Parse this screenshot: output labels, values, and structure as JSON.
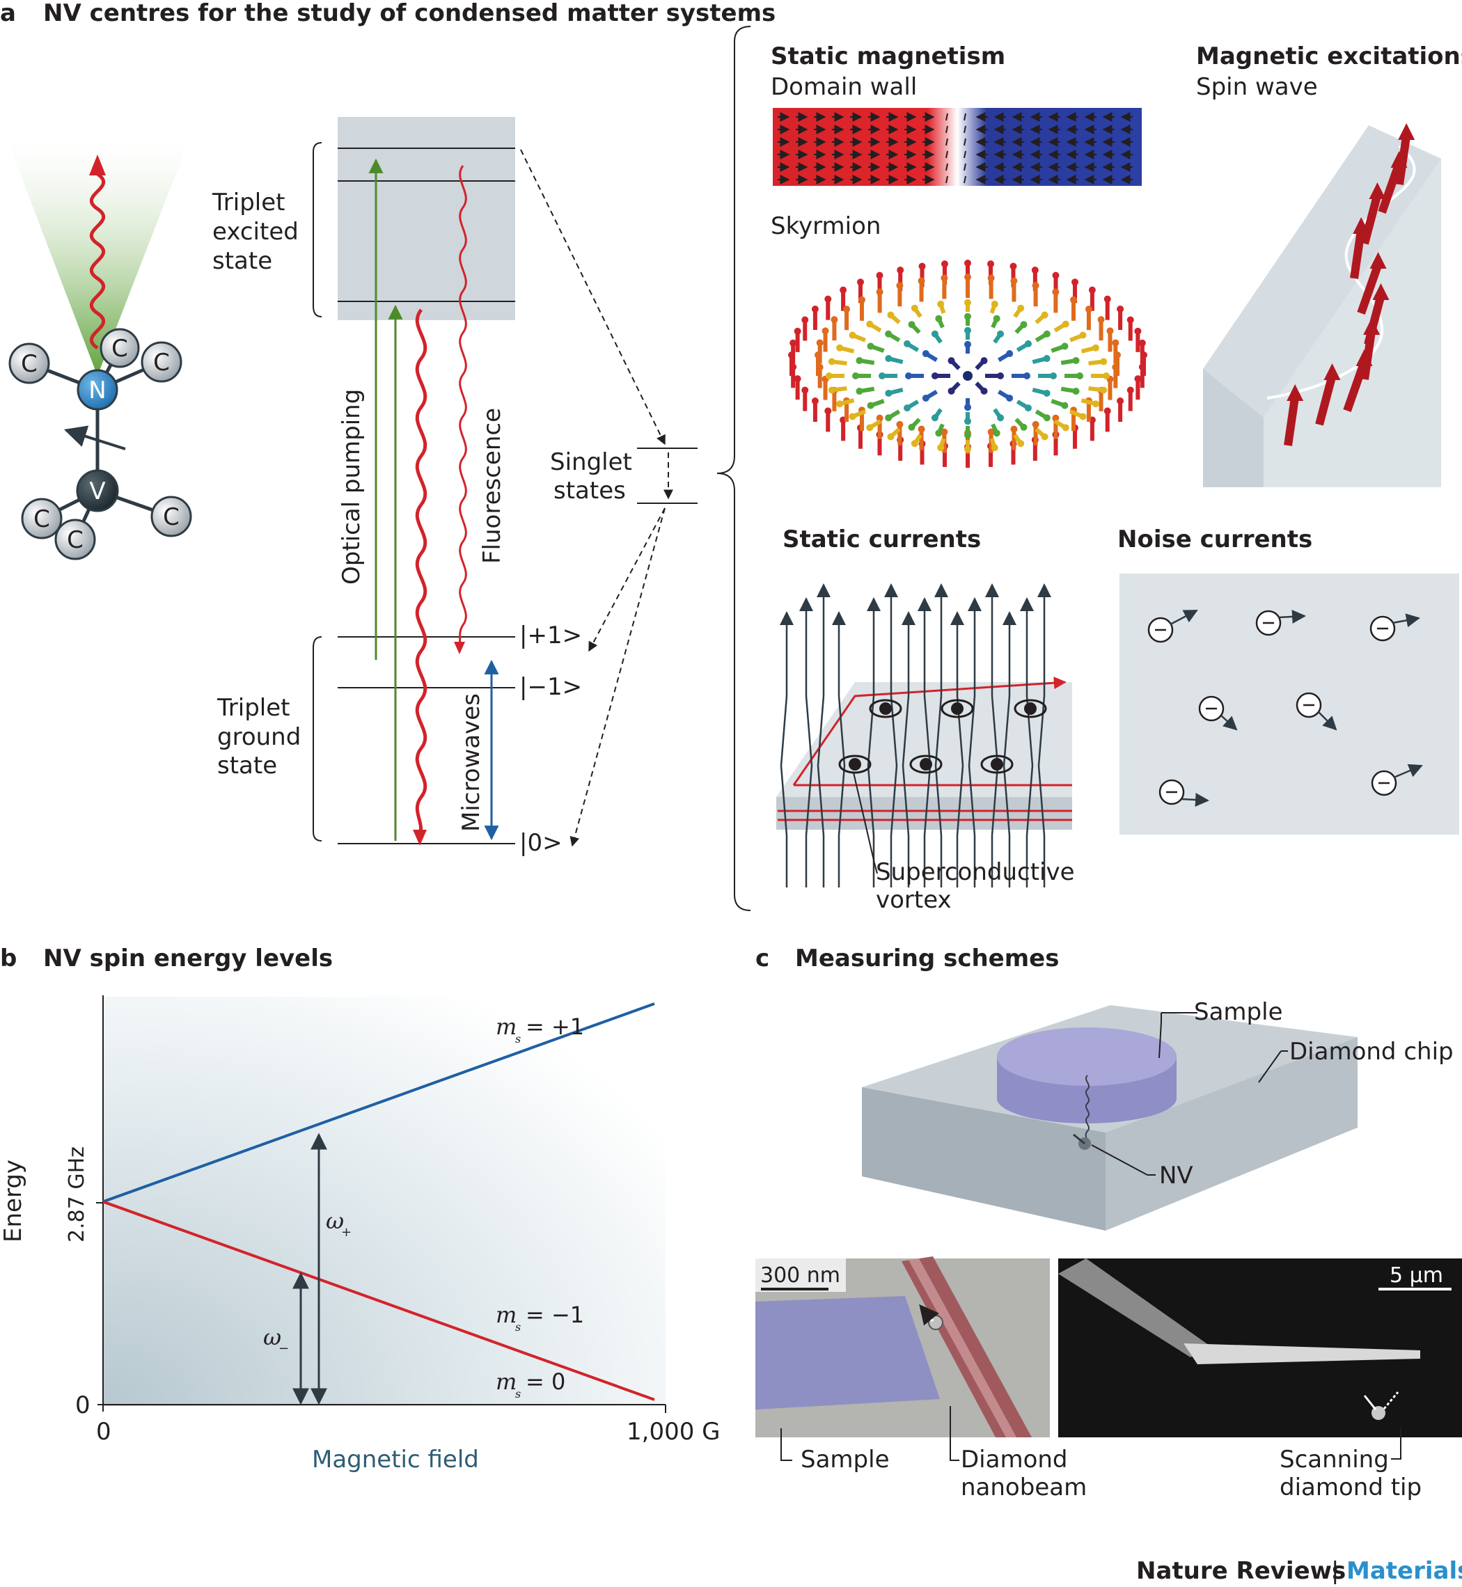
{
  "panel_a": {
    "letter": "a",
    "title": "NV centres for the study of condensed matter systems",
    "atoms": {
      "n": "N",
      "v": "V",
      "c": "C"
    },
    "triplet_excited": [
      "Triplet",
      "excited",
      "state"
    ],
    "triplet_ground": [
      "Triplet",
      "ground",
      "state"
    ],
    "singlet": [
      "Singlet",
      "states"
    ],
    "optical_pumping": "Optical pumping",
    "fluorescence": "Fluorescence",
    "microwaves": "Microwaves",
    "level_p1": "|+1>",
    "level_m1": "|−1>",
    "level_0": "|0>",
    "static_magnetism": "Static magnetism",
    "domain_wall": "Domain wall",
    "skyrmion": "Skyrmion",
    "magnetic_excitations": "Magnetic excitations",
    "spin_wave": "Spin wave",
    "static_currents": "Static currents",
    "noise_currents": "Noise currents",
    "vortex": [
      "Superconductive",
      "vortex"
    ]
  },
  "panel_b": {
    "letter": "b",
    "title": "NV spin energy levels",
    "energy_label": "Energy",
    "ghz_label": "2.87 GHz",
    "zero_y": "0",
    "zero_x": "0",
    "xmax_label": "1,000 G",
    "xlabel": "Magnetic field",
    "ms_plus": "= +1",
    "ms_minus": "= −1",
    "ms_zero": "= 0",
    "m": "m",
    "s": "s",
    "omega": "ω",
    "plus": "+",
    "minus": "−"
  },
  "panel_c": {
    "letter": "c",
    "title": "Measuring schemes",
    "sample": "Sample",
    "diamond_chip": "Diamond chip",
    "nv": "NV",
    "scale_300": "300 nm",
    "scale_5": "5 μm",
    "sample2": "Sample",
    "nanobeam": [
      "Diamond",
      "nanobeam"
    ],
    "tip": [
      "Scanning",
      "diamond tip"
    ]
  },
  "footer": {
    "journal": "Nature Reviews",
    "sep": "|",
    "section": "Materials"
  },
  "colors": {
    "red": "#d2232a",
    "blue": "#1f5fa3",
    "green": "#4d8a2a",
    "grey_box": "#cfd6dc",
    "accent_blue": "#2a90cc"
  },
  "chart_data": {
    "type": "line",
    "title": "NV spin energy levels",
    "xlabel": "Magnetic field",
    "ylabel": "Energy",
    "x": [
      0,
      1000
    ],
    "series": [
      {
        "name": "m_s = +1",
        "values": [
          2.87,
          5.67
        ]
      },
      {
        "name": "m_s = −1",
        "values": [
          2.87,
          0.07
        ]
      },
      {
        "name": "m_s = 0",
        "values": [
          0,
          0
        ]
      }
    ],
    "xlim": [
      0,
      1000
    ],
    "ylim": [
      0,
      5.67
    ]
  }
}
